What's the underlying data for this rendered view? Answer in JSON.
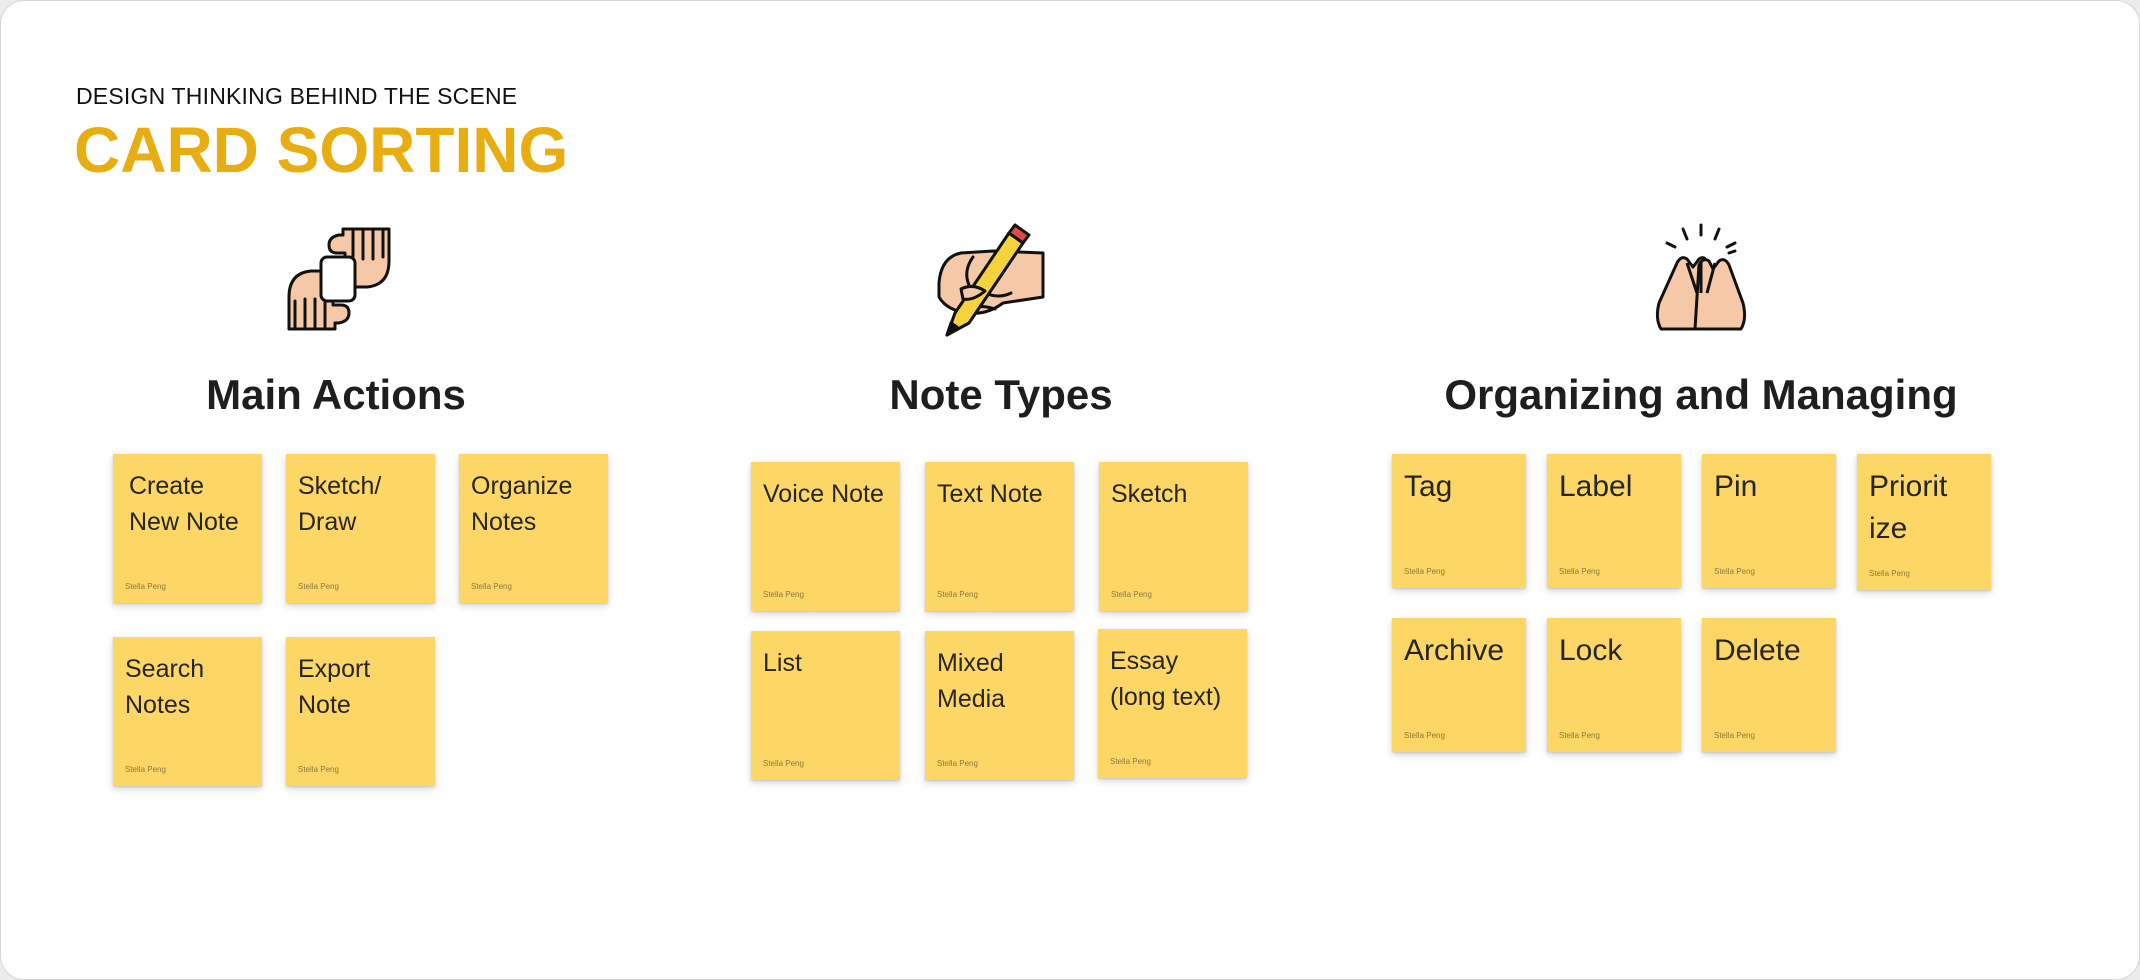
{
  "header": {
    "eyebrow": "DESIGN THINKING BEHIND THE SCENE",
    "title": "CARD SORTING"
  },
  "colors": {
    "title": "#e8ad10",
    "sticky": "#fdd766",
    "skin": "#f5c9a7"
  },
  "author": "Stella Peng",
  "groups": [
    {
      "heading": "Main Actions",
      "icon": "hands-framing-icon",
      "cards": [
        "Create\nNew Note",
        "Sketch/\nDraw",
        "Organize\nNotes",
        "Search\nNotes",
        "Export\nNote"
      ]
    },
    {
      "heading": "Note Types",
      "icon": "hand-writing-pencil-icon",
      "cards": [
        "Voice Note",
        "Text Note",
        "Sketch",
        "List",
        "Mixed\nMedia",
        "Essay\n(long text)"
      ]
    },
    {
      "heading": "Organizing and Managing",
      "icon": "clapping-hands-icon",
      "cards": [
        "Tag",
        "Label",
        "Pin",
        "Priorit\nize",
        "Archive",
        "Lock",
        "Delete"
      ]
    }
  ]
}
